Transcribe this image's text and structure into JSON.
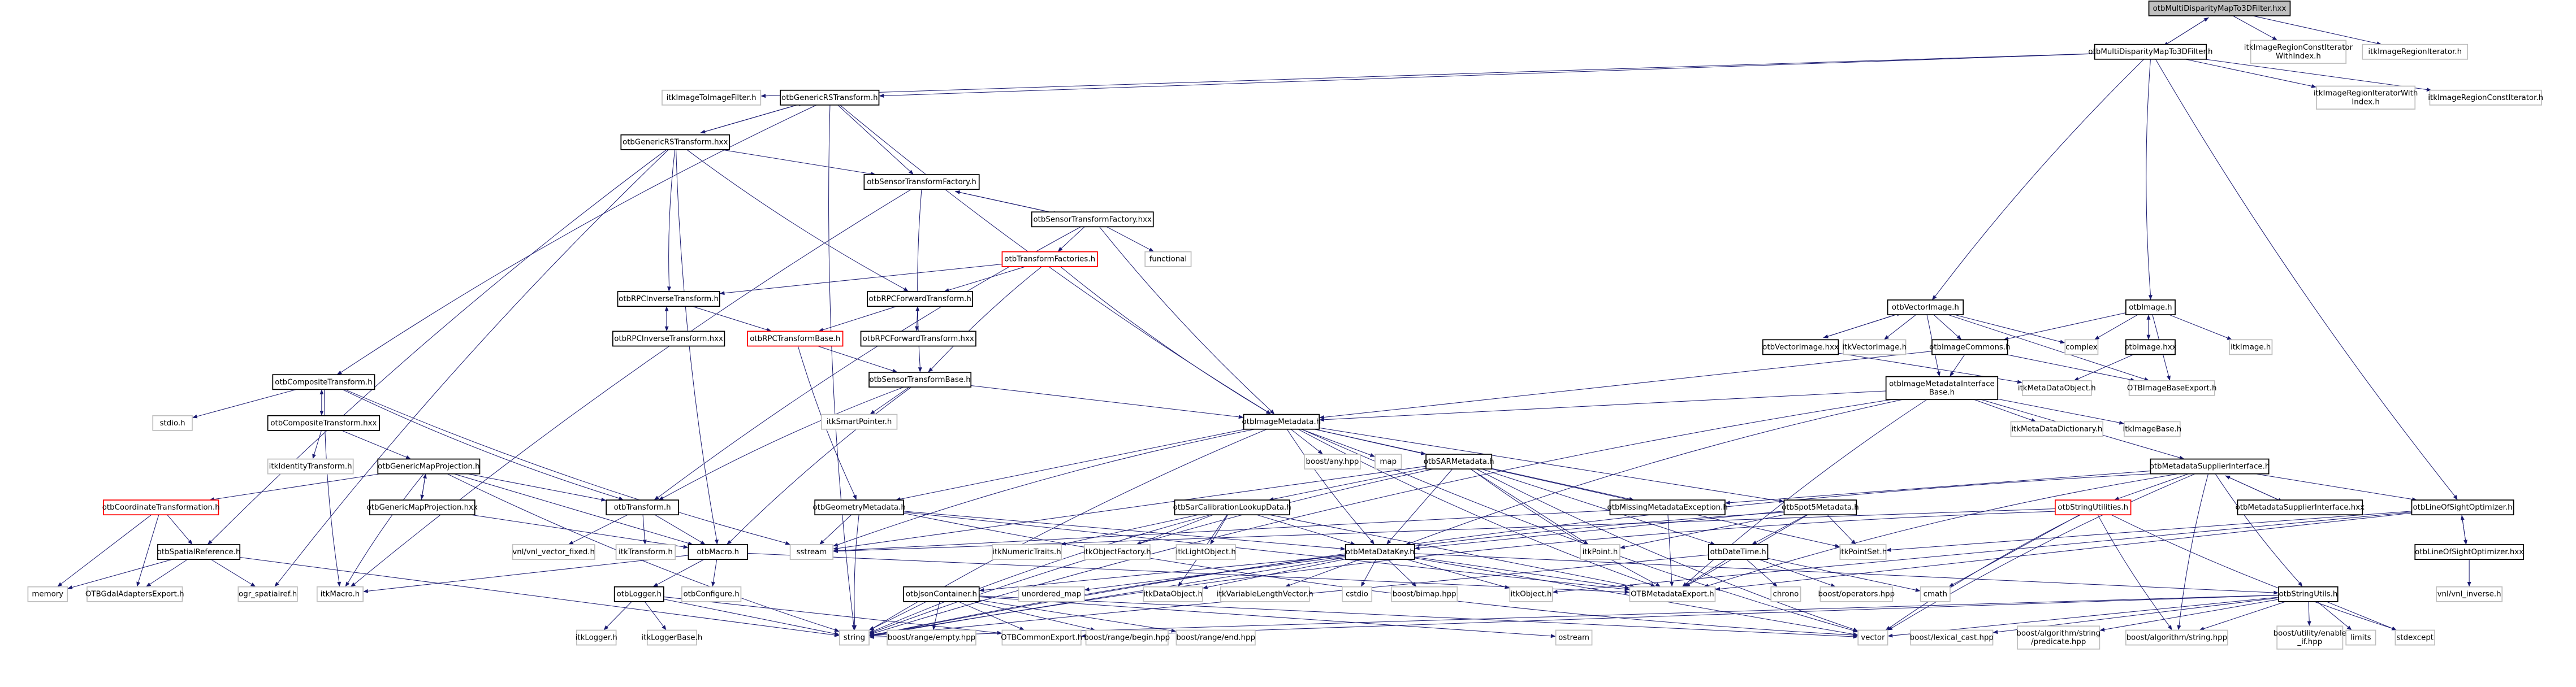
{
  "title": "otbMultiDisparityMapTo3DFilter.hxx include dependency graph",
  "colors": {
    "edge": "#191970",
    "root_fill": "#bfbfbf",
    "internal_border": "#000000",
    "external_border": "#bfbfbf",
    "incomplete_border": "#ff0000"
  },
  "nodes": [
    {
      "id": "root",
      "label": "otbMultiDisparityMapTo3DFilter.hxx",
      "kind": "root"
    },
    {
      "id": "mdh",
      "label": "otbMultiDisparityMapTo3DFilter.h",
      "kind": "internal"
    },
    {
      "id": "irciwi",
      "label": "itkImageRegionConstIterator\nWithIndex.h",
      "kind": "external"
    },
    {
      "id": "iri",
      "label": "itkImageRegionIterator.h",
      "kind": "external"
    },
    {
      "id": "iitif",
      "label": "itkImageToImageFilter.h",
      "kind": "external"
    },
    {
      "id": "grst",
      "label": "otbGenericRSTransform.h",
      "kind": "internal"
    },
    {
      "id": "iriwi",
      "label": "itkImageRegionIteratorWith\nIndex.h",
      "kind": "external"
    },
    {
      "id": "irci",
      "label": "itkImageRegionConstIterator.h",
      "kind": "external"
    },
    {
      "id": "grsthxx",
      "label": "otbGenericRSTransform.hxx",
      "kind": "internal"
    },
    {
      "id": "stf",
      "label": "otbSensorTransformFactory.h",
      "kind": "internal"
    },
    {
      "id": "stfhxx",
      "label": "otbSensorTransformFactory.hxx",
      "kind": "internal"
    },
    {
      "id": "tfac",
      "label": "otbTransformFactories.h",
      "kind": "incomplete"
    },
    {
      "id": "functional",
      "label": "functional",
      "kind": "external"
    },
    {
      "id": "rpcinv",
      "label": "otbRPCInverseTransform.h",
      "kind": "internal"
    },
    {
      "id": "rpcfwd",
      "label": "otbRPCForwardTransform.h",
      "kind": "internal"
    },
    {
      "id": "rpcinvhxx",
      "label": "otbRPCInverseTransform.hxx",
      "kind": "internal"
    },
    {
      "id": "rpcbase",
      "label": "otbRPCTransformBase.h",
      "kind": "incomplete"
    },
    {
      "id": "rpcfwdhxx",
      "label": "otbRPCForwardTransform.hxx",
      "kind": "internal"
    },
    {
      "id": "stbase",
      "label": "otbSensorTransformBase.h",
      "kind": "internal"
    },
    {
      "id": "smartptr",
      "label": "itkSmartPointer.h",
      "kind": "external"
    },
    {
      "id": "comp",
      "label": "otbCompositeTransform.h",
      "kind": "internal"
    },
    {
      "id": "stdio",
      "label": "stdio.h",
      "kind": "external"
    },
    {
      "id": "comphxx",
      "label": "otbCompositeTransform.hxx",
      "kind": "internal"
    },
    {
      "id": "identity",
      "label": "itkIdentityTransform.h",
      "kind": "external"
    },
    {
      "id": "gmp",
      "label": "otbGenericMapProjection.h",
      "kind": "internal"
    },
    {
      "id": "coordtr",
      "label": "otbCoordinateTransformation.h",
      "kind": "incomplete"
    },
    {
      "id": "gmphxx",
      "label": "otbGenericMapProjection.hxx",
      "kind": "internal"
    },
    {
      "id": "transform",
      "label": "otbTransform.h",
      "kind": "internal"
    },
    {
      "id": "spatref",
      "label": "otbSpatialReference.h",
      "kind": "internal"
    },
    {
      "id": "vnlvf",
      "label": "vnl/vnl_vector_fixed.h",
      "kind": "external"
    },
    {
      "id": "itktransform",
      "label": "itkTransform.h",
      "kind": "external"
    },
    {
      "id": "macro",
      "label": "otbMacro.h",
      "kind": "internal"
    },
    {
      "id": "memory",
      "label": "memory",
      "kind": "external"
    },
    {
      "id": "gdalexp",
      "label": "OTBGdalAdaptersExport.h",
      "kind": "external"
    },
    {
      "id": "ogr",
      "label": "ogr_spatialref.h",
      "kind": "external"
    },
    {
      "id": "itkmacro",
      "label": "itkMacro.h",
      "kind": "external"
    },
    {
      "id": "logger",
      "label": "otbLogger.h",
      "kind": "internal"
    },
    {
      "id": "configure",
      "label": "otbConfigure.h",
      "kind": "external"
    },
    {
      "id": "itklogger",
      "label": "itkLogger.h",
      "kind": "external"
    },
    {
      "id": "itkloggerbase",
      "label": "itkLoggerBase.h",
      "kind": "external"
    },
    {
      "id": "string",
      "label": "string",
      "kind": "external"
    },
    {
      "id": "imd",
      "label": "otbImageMetadata.h",
      "kind": "internal"
    },
    {
      "id": "boostany",
      "label": "boost/any.hpp",
      "kind": "external"
    },
    {
      "id": "map",
      "label": "map",
      "kind": "external"
    },
    {
      "id": "sarmd",
      "label": "otbSARMetadata.h",
      "kind": "internal"
    },
    {
      "id": "geommd",
      "label": "otbGeometryMetadata.h",
      "kind": "internal"
    },
    {
      "id": "sarcal",
      "label": "otbSarCalibrationLookupData.h",
      "kind": "internal"
    },
    {
      "id": "missing",
      "label": "otbMissingMetadataException.h",
      "kind": "internal"
    },
    {
      "id": "spot5",
      "label": "otbSpot5Metadata.h",
      "kind": "internal"
    },
    {
      "id": "sstream",
      "label": "sstream",
      "kind": "external"
    },
    {
      "id": "numtraits",
      "label": "itkNumericTraits.h",
      "kind": "external"
    },
    {
      "id": "objfactory",
      "label": "itkObjectFactory.h",
      "kind": "external"
    },
    {
      "id": "lightobj",
      "label": "itkLightObject.h",
      "kind": "external"
    },
    {
      "id": "mdkey",
      "label": "otbMetaDataKey.h",
      "kind": "internal"
    },
    {
      "id": "itkpoint",
      "label": "itkPoint.h",
      "kind": "external"
    },
    {
      "id": "datetime",
      "label": "otbDateTime.h",
      "kind": "internal"
    },
    {
      "id": "pointset",
      "label": "itkPointSet.h",
      "kind": "external"
    },
    {
      "id": "json",
      "label": "otbJsonContainer.h",
      "kind": "internal"
    },
    {
      "id": "unordered",
      "label": "unordered_map",
      "kind": "external"
    },
    {
      "id": "dataobj",
      "label": "itkDataObject.h",
      "kind": "external"
    },
    {
      "id": "vlv",
      "label": "itkVariableLengthVector.h",
      "kind": "external"
    },
    {
      "id": "cstdio",
      "label": "cstdio",
      "kind": "external"
    },
    {
      "id": "bimap",
      "label": "boost/bimap.hpp",
      "kind": "external"
    },
    {
      "id": "itkobject",
      "label": "itkObject.h",
      "kind": "external"
    },
    {
      "id": "mdexport",
      "label": "OTBMetadataExport.h",
      "kind": "external"
    },
    {
      "id": "chrono",
      "label": "chrono",
      "kind": "external"
    },
    {
      "id": "operators",
      "label": "boost/operators.hpp",
      "kind": "external"
    },
    {
      "id": "cmath",
      "label": "cmath",
      "kind": "external"
    },
    {
      "id": "strutils",
      "label": "otbStringUtils.h",
      "kind": "internal"
    },
    {
      "id": "rempty",
      "label": "boost/range/empty.hpp",
      "kind": "external"
    },
    {
      "id": "commonexp",
      "label": "OTBCommonExport.h",
      "kind": "external"
    },
    {
      "id": "rbegin",
      "label": "boost/range/begin.hpp",
      "kind": "external"
    },
    {
      "id": "rend",
      "label": "boost/range/end.hpp",
      "kind": "external"
    },
    {
      "id": "ostream",
      "label": "ostream",
      "kind": "external"
    },
    {
      "id": "vector",
      "label": "vector",
      "kind": "external"
    },
    {
      "id": "lexcast",
      "label": "boost/lexical_cast.hpp",
      "kind": "external"
    },
    {
      "id": "predicate",
      "label": "boost/algorithm/string\n/predicate.hpp",
      "kind": "external"
    },
    {
      "id": "algstring",
      "label": "boost/algorithm/string.hpp",
      "kind": "external"
    },
    {
      "id": "enableif",
      "label": "boost/utility/enable\n_if.hpp",
      "kind": "external"
    },
    {
      "id": "limits",
      "label": "limits",
      "kind": "external"
    },
    {
      "id": "stdexcept",
      "label": "stdexcept",
      "kind": "external"
    },
    {
      "id": "vecimg",
      "label": "otbVectorImage.h",
      "kind": "internal"
    },
    {
      "id": "img",
      "label": "otbImage.h",
      "kind": "internal"
    },
    {
      "id": "vecimghxx",
      "label": "otbVectorImage.hxx",
      "kind": "internal"
    },
    {
      "id": "itkvecimg",
      "label": "itkVectorImage.h",
      "kind": "external"
    },
    {
      "id": "imgcommons",
      "label": "otbImageCommons.h",
      "kind": "internal"
    },
    {
      "id": "complex",
      "label": "complex",
      "kind": "external"
    },
    {
      "id": "imghxx",
      "label": "otbImage.hxx",
      "kind": "internal"
    },
    {
      "id": "itkimage",
      "label": "itkImage.h",
      "kind": "external"
    },
    {
      "id": "imib",
      "label": "otbImageMetadataInterface\nBase.h",
      "kind": "internal"
    },
    {
      "id": "mdobj",
      "label": "itkMetaDataObject.h",
      "kind": "external"
    },
    {
      "id": "imgbaseexp",
      "label": "OTBImageBaseExport.h",
      "kind": "external"
    },
    {
      "id": "mddict",
      "label": "itkMetaDataDictionary.h",
      "kind": "external"
    },
    {
      "id": "imagebase",
      "label": "itkImageBase.h",
      "kind": "external"
    },
    {
      "id": "msi",
      "label": "otbMetadataSupplierInterface.h",
      "kind": "internal"
    },
    {
      "id": "strutilities",
      "label": "otbStringUtilities.h",
      "kind": "incomplete"
    },
    {
      "id": "msihxx",
      "label": "otbMetadataSupplierInterface.hxx",
      "kind": "internal"
    },
    {
      "id": "los",
      "label": "otbLineOfSightOptimizer.h",
      "kind": "internal"
    },
    {
      "id": "loshxx",
      "label": "otbLineOfSightOptimizer.hxx",
      "kind": "internal"
    },
    {
      "id": "vnlinv",
      "label": "vnl/vnl_inverse.h",
      "kind": "external"
    }
  ]
}
